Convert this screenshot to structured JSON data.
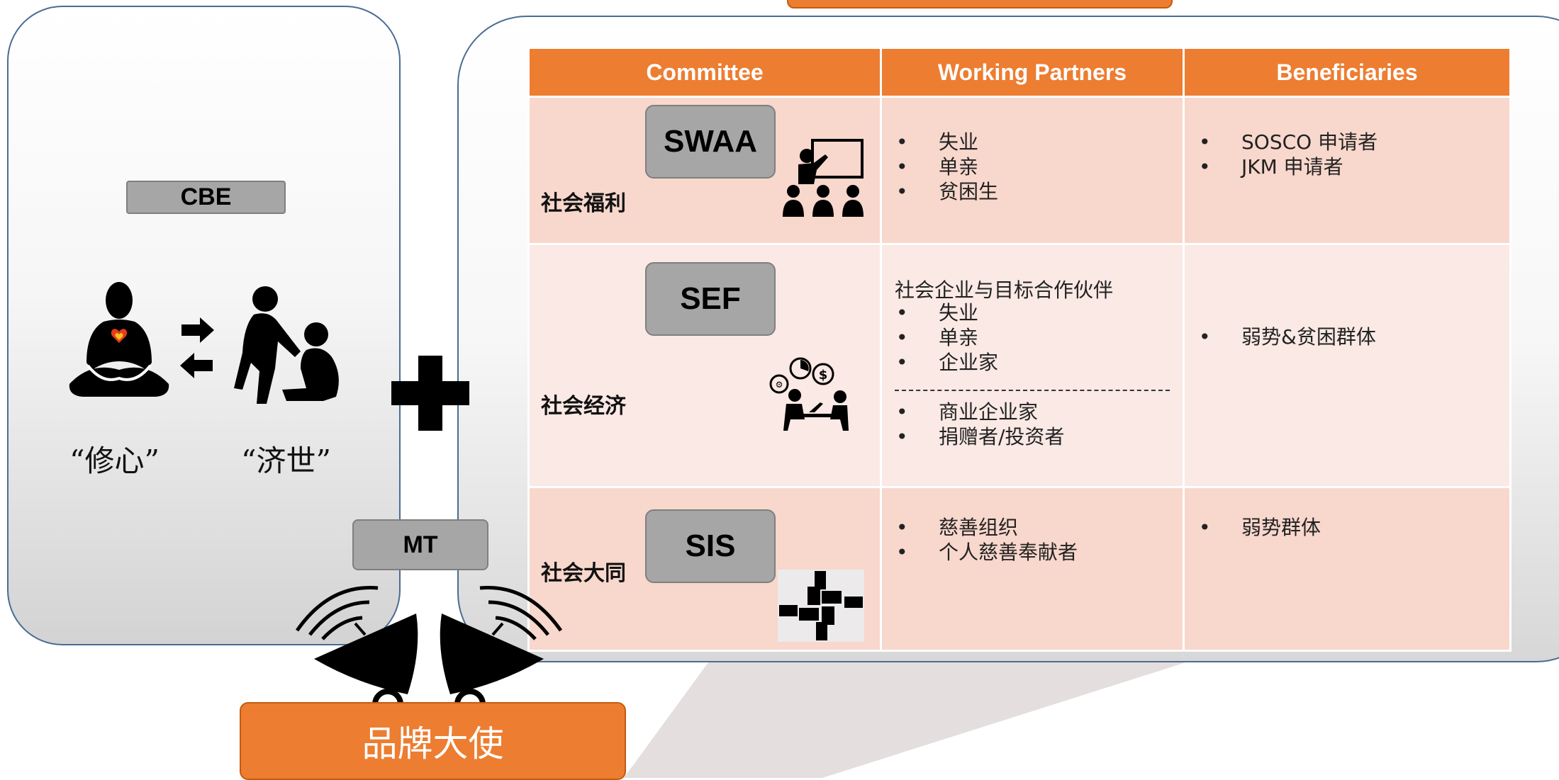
{
  "left_panel": {
    "badge": "CBE",
    "quote_left": "“修心”",
    "quote_right": "“济世”"
  },
  "connector_badge": "MT",
  "brand_button": "品牌大使",
  "table": {
    "headers": [
      "Committee",
      "Working Partners",
      "Beneficiaries"
    ],
    "rows": [
      {
        "name": "社会福利",
        "code": "SWAA",
        "icon": "presentation-audience-icon",
        "partners_lead": "",
        "partners": [
          "失业",
          "单亲",
          "贫困生"
        ],
        "partners_extra": [],
        "beneficiaries": [
          "SOSCO 申请者",
          "JKM 申请者"
        ]
      },
      {
        "name": "社会经济",
        "code": "SEF",
        "icon": "business-meeting-icon",
        "partners_lead": "社会企业与目标合作伙伴",
        "partners": [
          "失业",
          "单亲",
          "企业家"
        ],
        "partners_extra": [
          "商业企业家",
          "捐赠者/投资者"
        ],
        "beneficiaries": [
          "弱势&贫困群体"
        ]
      },
      {
        "name": "社会大同",
        "code": "SIS",
        "icon": "united-hands-icon",
        "partners_lead": "",
        "partners": [
          "慈善组织",
          "个人慈善奉献者"
        ],
        "partners_extra": [],
        "beneficiaries": [
          "弱势群体"
        ]
      }
    ]
  },
  "colors": {
    "accent": "#ed7d31",
    "grey_box": "#a6a6a6",
    "row_a": "#f8d7cc",
    "row_b": "#fae9e4",
    "outline": "#4a6c93"
  }
}
